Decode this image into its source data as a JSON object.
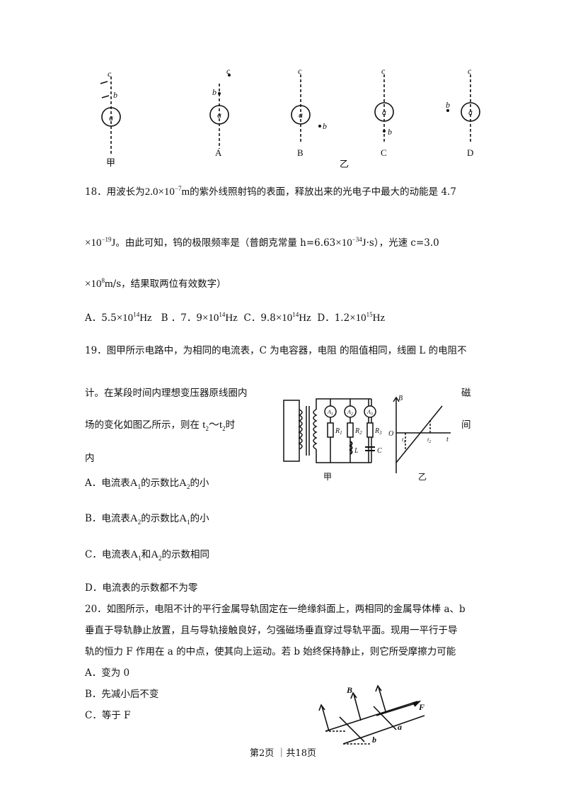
{
  "figure_top": {
    "labels": {
      "jia": "甲",
      "A": "A",
      "B": "B",
      "C": "C",
      "D": "D",
      "yi": "乙"
    },
    "pt_a": "a",
    "pt_b": "b",
    "pt_c": "c"
  },
  "q18": {
    "intro": "18．用波长为",
    "wavelength": "2.0×10",
    "wavelength_exp": "−7",
    "wavelength_unit": "m",
    "line1_rest": "的紫外线照射钨的表面，释放出来的光电子中最大的动能是 4.7",
    "ek_times": "×10",
    "ek_exp": "−19",
    "ek_unit": "J",
    "line2_mid": "。由此可知，钨的极限频率是（普朗克常量 h=6.63",
    "h_times": "×10",
    "h_exp": "−34",
    "h_unit": "J",
    "line2_tail": "·s），光速 c=3.0",
    "c_times": "×10",
    "c_exp": "8",
    "c_unit": "m",
    "line3_tail": "/s，结果取两位有效数字）",
    "options": {
      "A_lead": "A．5.5",
      "B_lead": "B ．7．9",
      "C_lead": "C．9.8",
      "D_lead": "D．1.2",
      "times": "×10",
      "exp14": "14",
      "exp15": "15",
      "unit": "Hz"
    }
  },
  "q19": {
    "line1": "19．图甲所示电路中，为相同的电流表，C 为电容器，电阻  的阻值相同，线圈 L 的电阻不",
    "line2": "计。在某段时间内理想变压器原线圈内",
    "line2_right": "磁",
    "line3_left": "场的变化如图乙所示，则在",
    "t_range": "t",
    "t_sub1": "2",
    "tilde": "～",
    "t_sub2": "2",
    "line3_when": "时",
    "line3_right": "间",
    "line4": "内",
    "circuit": {
      "jia": "甲",
      "yi": "乙",
      "R1": "R",
      "R2": "R",
      "R3": "R",
      "L": "L",
      "C": "C",
      "B": "B",
      "O": "O",
      "t": "t",
      "t1": "t",
      "t2": "t",
      "A1": "A",
      "A2": "A",
      "A3": "A"
    },
    "optA": {
      "pre": "A．电流表",
      "mid": "的示数比",
      "post": "的小"
    },
    "optB": {
      "pre": "B．电流表",
      "mid": "的示数比",
      "post": "的小"
    },
    "optC": {
      "pre": "C．电流表",
      "mid": "和",
      "post": "的示数相同"
    },
    "optD": "D．电流表的示数都不为零",
    "A": "A",
    "s1": "1",
    "s2": "2"
  },
  "q20": {
    "line1": "20．如图所示，电阻不计的平行金属导轨固定在一绝缘斜面上，两相同的金属导体棒 a、b",
    "line2": "垂直于导轨静止放置，且与导轨接触良好，匀强磁场垂直穿过导轨平面。现用一平行于导",
    "line3": "轨的恒力 F 作用在 a 的中点，使其向上运动。若 b 始终保持静止，则它所受摩擦力可能",
    "optA": "A．变为 0",
    "optB": "B．先减小后不变",
    "optC": "C．等于 F",
    "fig": {
      "B": "B",
      "F": "F",
      "a": "a",
      "b": "b"
    }
  },
  "footer": "第2页 ｜共18页"
}
